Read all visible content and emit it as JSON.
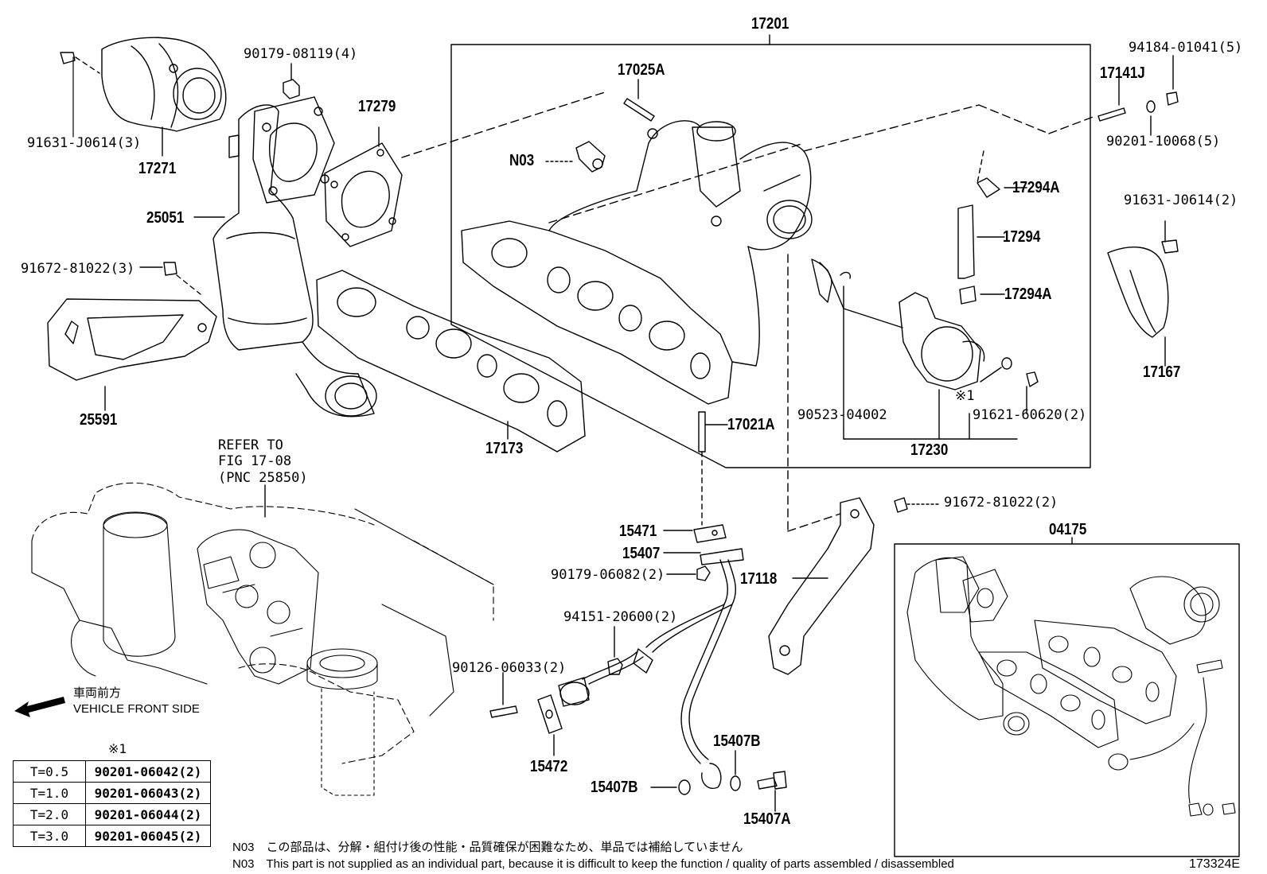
{
  "labels": {
    "p17201": "17201",
    "p17025A": "17025A",
    "pN03": "N03",
    "p17141J": "17141J",
    "p94184": "94184-01041(5)",
    "p90201_10068": "90201-10068(5)",
    "p17294A_top": "17294A",
    "p17294": "17294",
    "p17294A_bot": "17294A",
    "p91631_j0614_2": "91631-J0614(2)",
    "p17167": "17167",
    "p90179_08119": "90179-08119(4)",
    "p91631_j0614_3": "91631-J0614(3)",
    "p17271": "17271",
    "p17279": "17279",
    "p25051": "25051",
    "p91672_81022_3": "91672-81022(3)",
    "p25591": "25591",
    "p17173": "17173",
    "p17021A": "17021A",
    "p90523": "90523-04002",
    "p17230": "17230",
    "p91621": "91621-60620(2)",
    "kome1": "※1",
    "refer1": "REFER TO",
    "refer2": "FIG 17-08",
    "refer3": "(PNC 25850)",
    "p91672_81022_2": "91672-81022(2)",
    "p04175": "04175",
    "p15471": "15471",
    "p15407": "15407",
    "p90179_06082": "90179-06082(2)",
    "p17118": "17118",
    "p94151": "94151-20600(2)",
    "p90126": "90126-06033(2)",
    "p15472": "15472",
    "p15407B_top": "15407B",
    "p15407B_left": "15407B",
    "p15407A": "15407A",
    "front_jp": "車両前方",
    "front_en": "VEHICLE FRONT SIDE"
  },
  "washer_table": {
    "header": "※1",
    "rows": [
      {
        "t": "T=0.5",
        "part": "90201-06042(2)"
      },
      {
        "t": "T=1.0",
        "part": "90201-06043(2)"
      },
      {
        "t": "T=2.0",
        "part": "90201-06044(2)"
      },
      {
        "t": "T=3.0",
        "part": "90201-06045(2)"
      }
    ]
  },
  "notes": {
    "jp": "N03　この部品は、分解・組付け後の性能・品質確保が困難なため、単品では補給していません",
    "en": "N03　This part is not supplied as an individual part, because it is difficult to keep the function / quality of parts  assembled / disassembled"
  },
  "figure_number": "173324E"
}
